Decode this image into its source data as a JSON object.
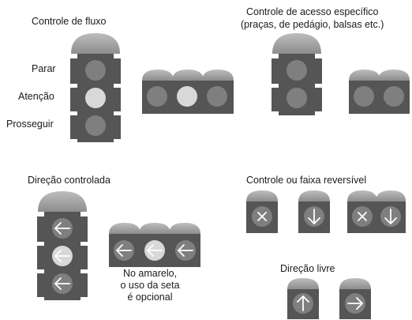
{
  "sections": {
    "flow": {
      "title": "Controle de fluxo",
      "labels": [
        "Parar",
        "Atenção",
        "Prosseguir"
      ]
    },
    "access": {
      "title_line1": "Controle de acesso específico",
      "title_line2": "(praças, de pedágio, balsas etc.)"
    },
    "direction": {
      "title": "Direção controlada",
      "note": [
        "No amarelo,",
        "o uso da seta",
        "é opcional"
      ]
    },
    "reversible": {
      "title": "Controle ou faixa reversível"
    },
    "free": {
      "title": "Direção livre"
    }
  },
  "colors": {
    "housing": "#555555",
    "visor": "#a8a8a8",
    "lamp_off": "#7f7f7f",
    "lamp_on": "#d8d8d8",
    "symbol": "#ffffff"
  },
  "icons": {
    "lamp_symbols": [
      "x-icon",
      "arrow-down-icon",
      "arrow-left-icon",
      "arrow-up-icon",
      "arrow-right-icon"
    ]
  }
}
